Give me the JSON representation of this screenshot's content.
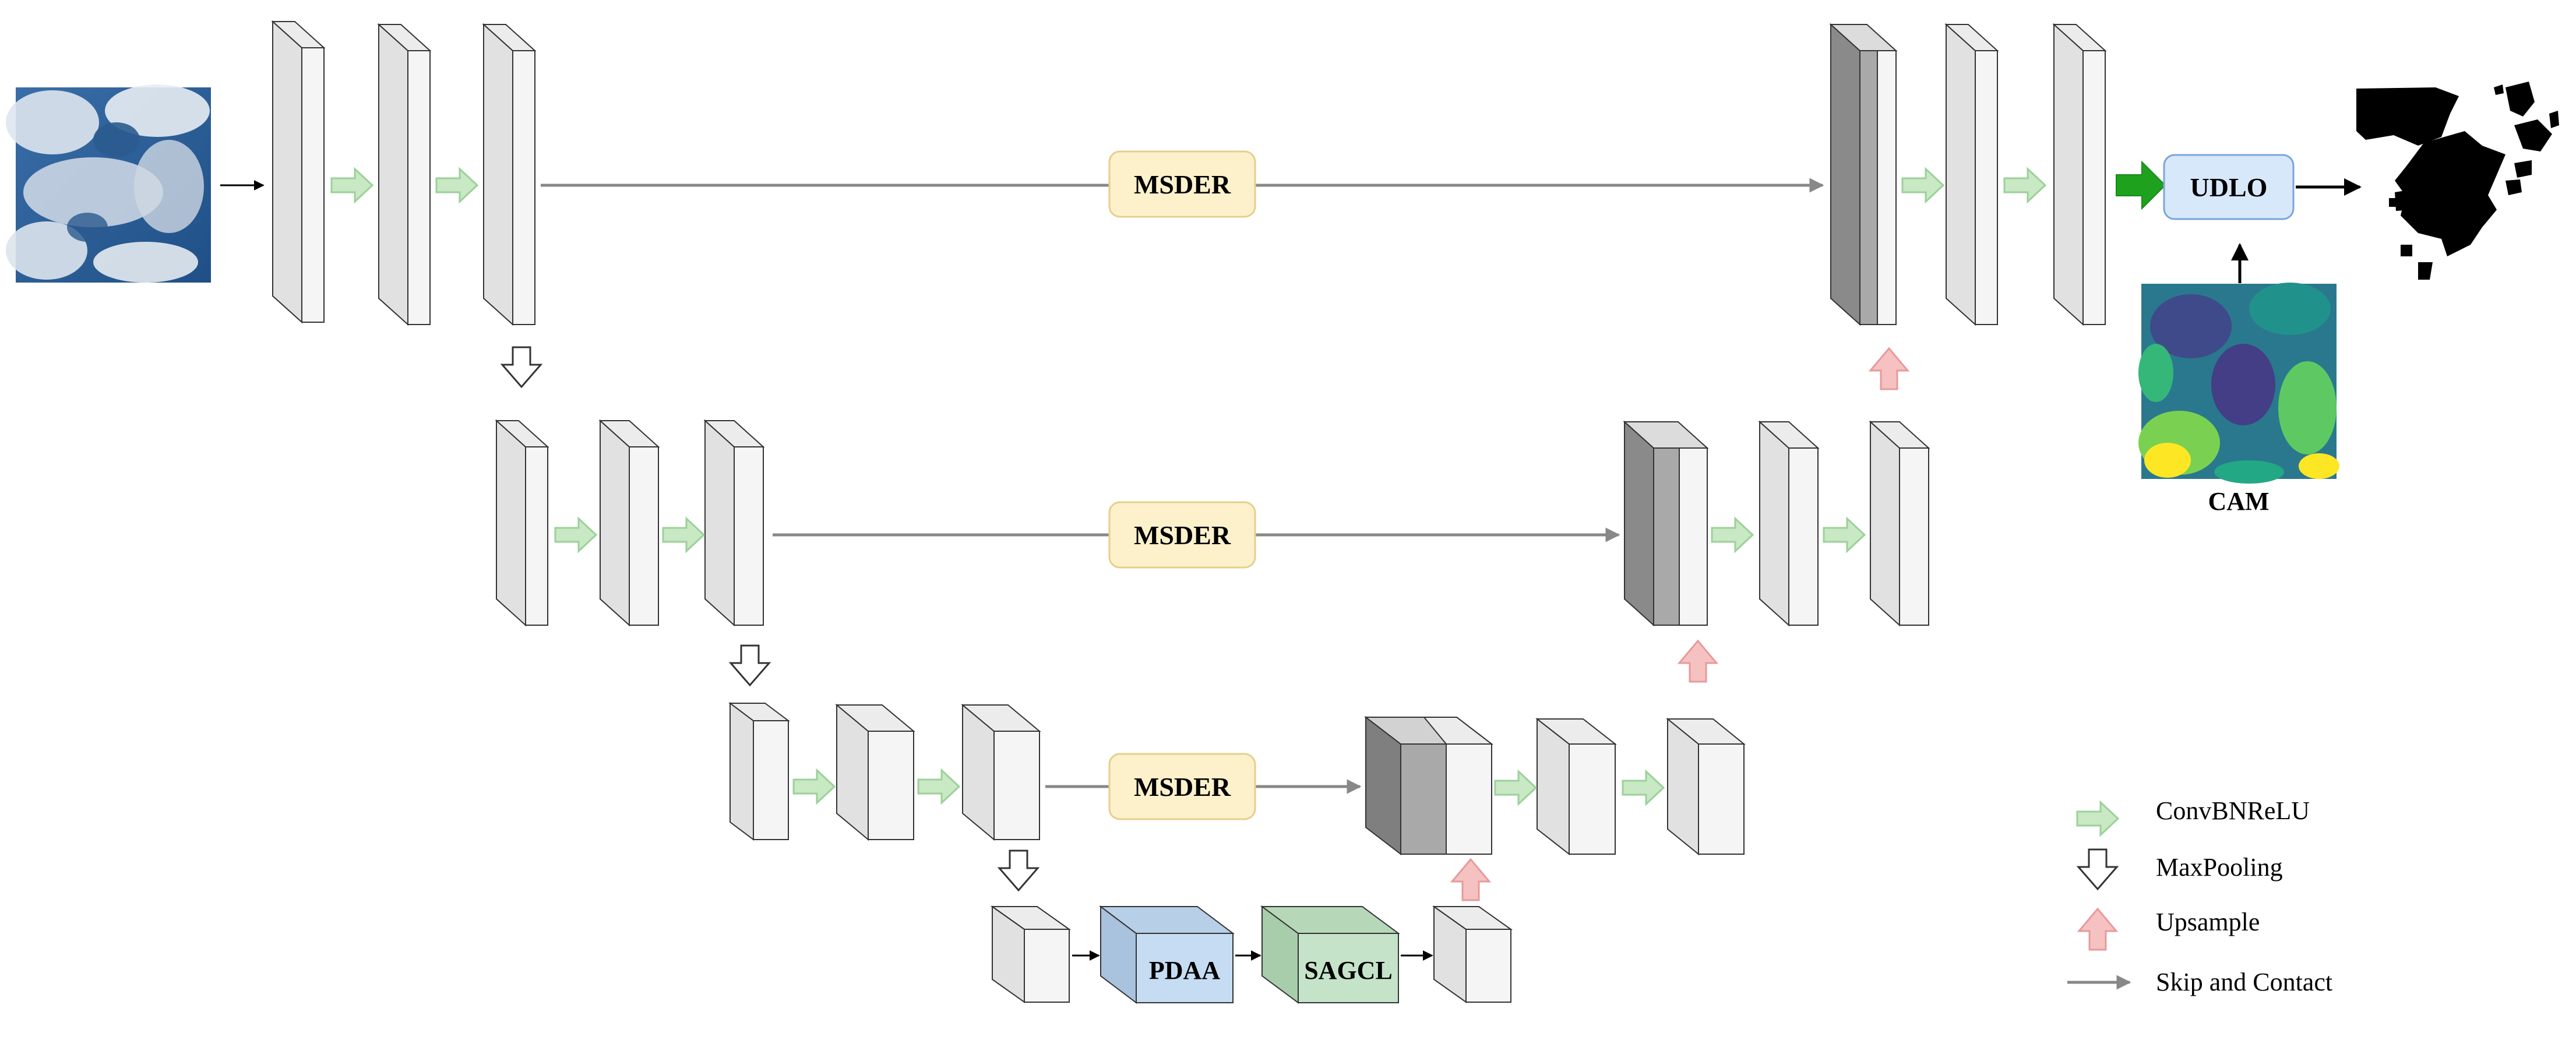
{
  "modules": {
    "skip_top": "MSDER",
    "skip_mid": "MSDER",
    "skip_low": "MSDER",
    "bottleneck_a": "PDAA",
    "bottleneck_b": "SAGCL",
    "output_head": "UDLO",
    "cam_label": "CAM"
  },
  "legend": {
    "items": [
      {
        "icon": "conv-arrow-icon",
        "label": "ConvBNReLU"
      },
      {
        "icon": "maxpool-arrow-icon",
        "label": "MaxPooling"
      },
      {
        "icon": "upsample-arrow-icon",
        "label": "Upsample"
      },
      {
        "icon": "skip-arrow-icon",
        "label": "Skip and Contact"
      }
    ]
  },
  "colors": {
    "conv_arrow": "#c9e8c4",
    "conv_arrow_stroke": "#9bd19a",
    "upsample_arrow": "#f6c1c1",
    "upsample_arrow_stroke": "#e79a9a",
    "msder_fill": "#fdf1cc",
    "msder_stroke": "#e6cf8a",
    "pdaa_fill": "#c6dcf2",
    "sagcl_fill": "#c5e3c8",
    "udlo_fill": "#d7e8fa",
    "udlo_stroke": "#7aa6d6",
    "output_arrow": "#1ea21e",
    "skip_line": "#888888"
  }
}
